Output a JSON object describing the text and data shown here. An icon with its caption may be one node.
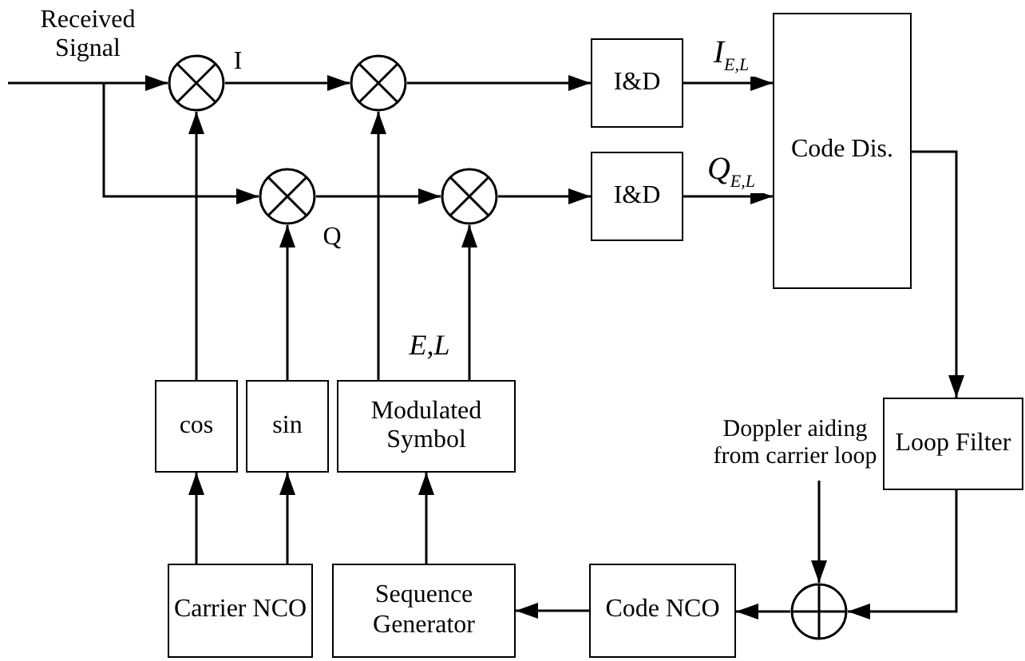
{
  "diagram": {
    "nodes": [
      {
        "text": [],
        "shape": "circle"
      },
      {
        "text": [],
        "shape": "circle"
      },
      {
        "text": [
          "I&D"
        ]
      },
      {
        "text": [
          "Code Dis."
        ]
      },
      {
        "text": [],
        "shape": "circle"
      },
      {
        "text": [],
        "shape": "circle"
      },
      {
        "text": [
          "I&D"
        ]
      },
      {
        "text": [
          "cos"
        ]
      },
      {
        "text": [
          "sin"
        ]
      },
      {
        "text": [
          "Modulated Symbol"
        ]
      },
      {
        "text": [
          "Loop Filter"
        ]
      },
      {
        "text": [
          "Doppler aiding from carrier loop"
        ]
      },
      {
        "text": [
          "Carrier NCO"
        ]
      },
      {
        "text": [
          "Sequence Generator"
        ]
      },
      {
        "text": [
          "Code NCO"
        ]
      },
      {
        "text": [],
        "shape": "circle"
      }
    ],
    "edges": [
      {
        "from": null,
        "to": 0,
        "arrow": "to"
      },
      {
        "from": null,
        "to": 4,
        "arrow": "to"
      },
      {
        "from": 0,
        "to": 1,
        "arrow": "to",
        "label": "I"
      },
      {
        "from": 4,
        "to": 5,
        "arrow": "to",
        "label": "Q"
      },
      {
        "from": 1,
        "to": 2,
        "arrow": "to"
      },
      {
        "from": 5,
        "to": 6,
        "arrow": "to"
      },
      {
        "from": 2,
        "to": 3,
        "arrow": "to",
        "label": "I$_{E,L}$"
      },
      {
        "from": 6,
        "to": 3,
        "arrow": "to",
        "label": "Q$_{E,L}$"
      },
      {
        "from": 7,
        "to": 0,
        "arrow": "to"
      },
      {
        "from": 8,
        "to": 4,
        "arrow": "to"
      },
      {
        "from": 9,
        "to": 1,
        "arrow": "to"
      },
      {
        "from": 9,
        "to": 5,
        "arrow": "to"
      },
      {
        "from": 12,
        "to": 7,
        "arrow": "to"
      },
      {
        "from": 12,
        "to": 8,
        "arrow": "to"
      },
      {
        "from": 13,
        "to": 9,
        "arrow": "to"
      },
      {
        "from": 3,
        "to": 10,
        "arrow": "to"
      },
      {
        "from": 10,
        "to": 15,
        "arrow": "to"
      },
      {
        "from": 11,
        "to": 15,
        "arrow": "to"
      },
      {
        "from": 15,
        "to": 14,
        "arrow": "to"
      },
      {
        "from": 14,
        "to": 13,
        "arrow": "to"
      }
    ],
    "labels": [
      "Received Signal",
      "E,L"
    ]
  }
}
